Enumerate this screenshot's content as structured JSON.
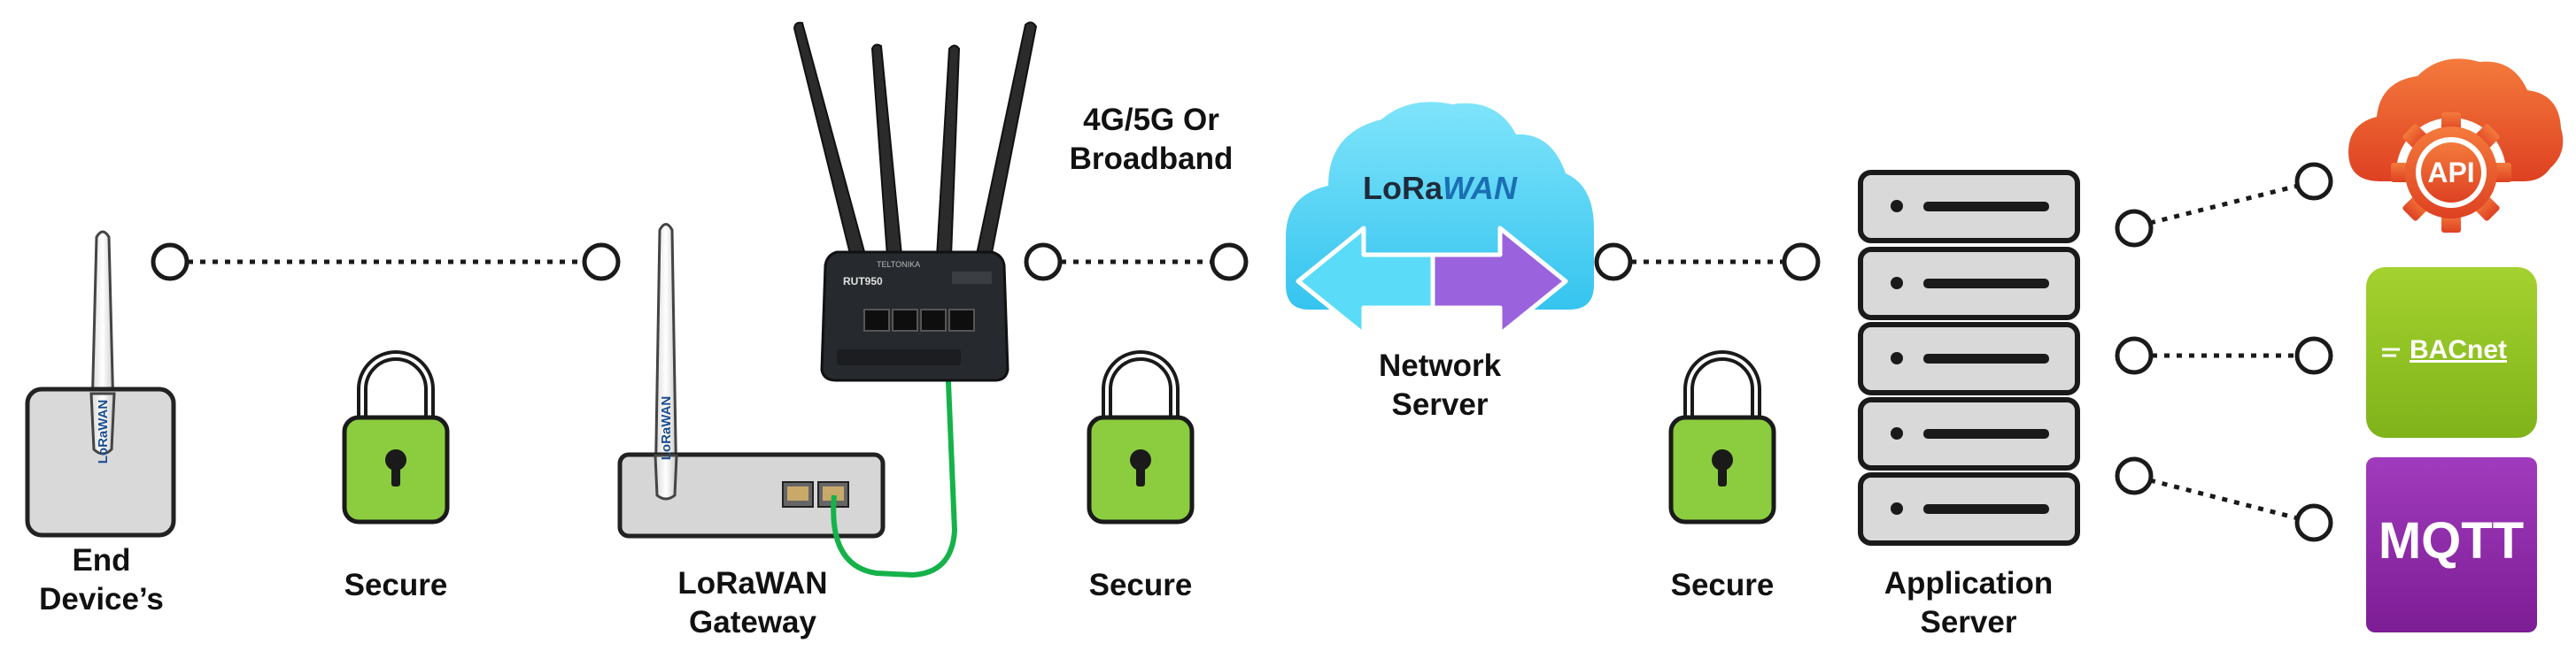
{
  "labels": {
    "end_device": [
      "End",
      "Device’s"
    ],
    "gateway": [
      "LoRaWAN",
      "Gateway"
    ],
    "network_server": [
      "Network",
      "Server"
    ],
    "application_server": [
      "Application",
      "Server"
    ],
    "secure": "Secure",
    "backhaul": [
      "4G/5G Or",
      "Broadband"
    ]
  },
  "branding": {
    "device_tag": "LoRaWAN",
    "gateway_tag": "LoRaWAN",
    "router_model": "RUT950",
    "router_brand": "TELTONIKA",
    "cloud_logo_lo": "LoRa",
    "cloud_logo_wan": "WAN",
    "api_text": "API",
    "bacnet_text": "BACnet",
    "mqtt_text": "MQTT"
  },
  "colors": {
    "lock_green": "#8ccd3f",
    "cable_green": "#15b24a",
    "cloud_blue": "#4ad2f6",
    "arrow_purple": "#9a62dc",
    "api_orange": "#e65527",
    "bacnet_green": "#8fc31f",
    "mqtt_purple": "#8f25a8",
    "line_dark": "#1a1a1a"
  }
}
